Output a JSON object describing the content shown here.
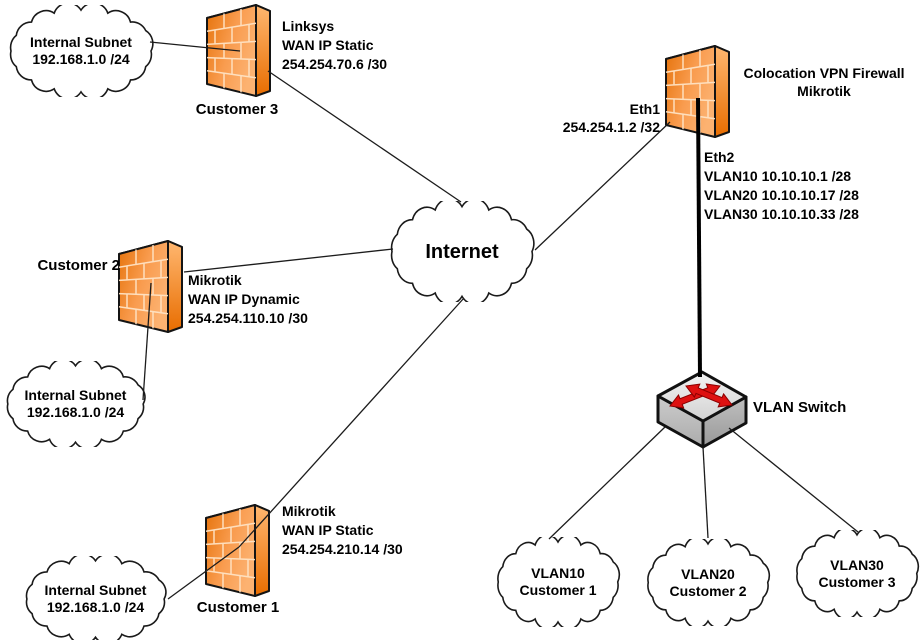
{
  "diagram": {
    "internet": {
      "label": "Internet"
    },
    "customers": [
      {
        "name": "Customer 3",
        "device": "Linksys",
        "wan": "WAN IP Static",
        "ip": "254.254.70.6 /30",
        "subnet": [
          "Internal Subnet",
          "192.168.1.0 /24"
        ]
      },
      {
        "name": "Customer 2",
        "device": "Mikrotik",
        "wan": "WAN IP Dynamic",
        "ip": "254.254.110.10 /30",
        "subnet": [
          "Internal Subnet",
          "192.168.1.0 /24"
        ]
      },
      {
        "name": "Customer 1",
        "device": "Mikrotik",
        "wan": "WAN IP Static",
        "ip": "254.254.210.14 /30",
        "subnet": [
          "Internal Subnet",
          "192.168.1.0 /24"
        ]
      }
    ],
    "colocation": {
      "title": [
        "Colocation VPN Firewall",
        "Mikrotik"
      ],
      "eth1": [
        "Eth1",
        "254.254.1.2 /32"
      ],
      "eth2": [
        "Eth2",
        "VLAN10 10.10.10.1 /28",
        "VLAN20 10.10.10.17 /28",
        "VLAN30 10.10.10.33 /28"
      ]
    },
    "switch": {
      "label": "VLAN Switch"
    },
    "vlan_clouds": [
      {
        "lines": [
          "VLAN10",
          "Customer 1"
        ]
      },
      {
        "lines": [
          "VLAN20",
          "Customer 2"
        ]
      },
      {
        "lines": [
          "VLAN30",
          "Customer 3"
        ]
      }
    ],
    "colors": {
      "firewall_orange": "#F6943C",
      "switch_gray": "#D9D9D9",
      "arrow_red": "#DE1111",
      "line_black": "#000000"
    }
  }
}
